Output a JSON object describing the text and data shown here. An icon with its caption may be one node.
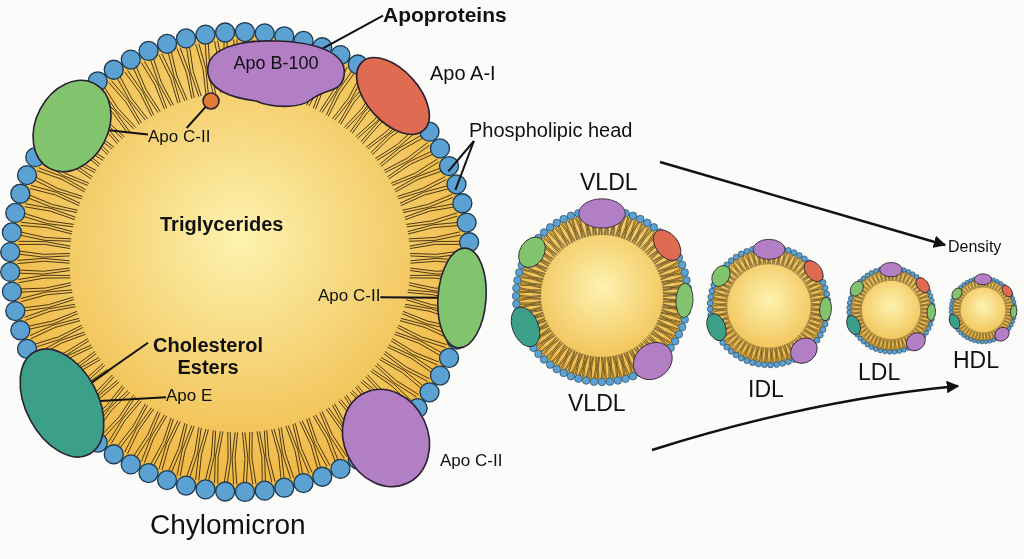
{
  "diagram": {
    "nodes": [
      {
        "text": [
          "Apoproteins"
        ]
      },
      {
        "text": [
          "Apo B-100"
        ]
      },
      {
        "text": [],
        "shape": "ellipse",
        "beside": [
          "Apo A-I"
        ]
      },
      {
        "text": [
          "Apo C-II"
        ]
      },
      {
        "text": [],
        "shape": "ellipse"
      },
      {
        "text": [],
        "shape": "circle"
      },
      {
        "text": [
          "Phospholipic head"
        ]
      },
      {
        "text": [
          "Apo C-II"
        ]
      },
      {
        "text": [],
        "shape": "ellipse"
      },
      {
        "text": [
          "Cholesterol Esters"
        ]
      },
      {
        "text": [
          "Apo E"
        ]
      },
      {
        "text": [],
        "shape": "ellipse"
      },
      {
        "text": [],
        "shape": "ellipse",
        "beside": [
          "Apo C-II"
        ]
      }
    ],
    "edges": [
      {
        "from": 0,
        "to": 1,
        "arrow": "none"
      },
      {
        "from": 3,
        "to": 4,
        "arrow": "none"
      },
      {
        "from": 3,
        "to": 5,
        "arrow": "none"
      },
      {
        "from": 6,
        "to": null,
        "arrow": "none"
      },
      {
        "from": 6,
        "to": null,
        "arrow": "none"
      },
      {
        "from": 7,
        "to": 8,
        "arrow": "none"
      },
      {
        "from": 9,
        "to": 11,
        "arrow": "none"
      },
      {
        "from": 10,
        "to": 11,
        "arrow": "none"
      }
    ],
    "labels": [
      "VLDL",
      "Triglycerides",
      "Density",
      "HDL",
      "LDL",
      "IDL",
      "VLDL",
      "Chylomicron"
    ]
  }
}
